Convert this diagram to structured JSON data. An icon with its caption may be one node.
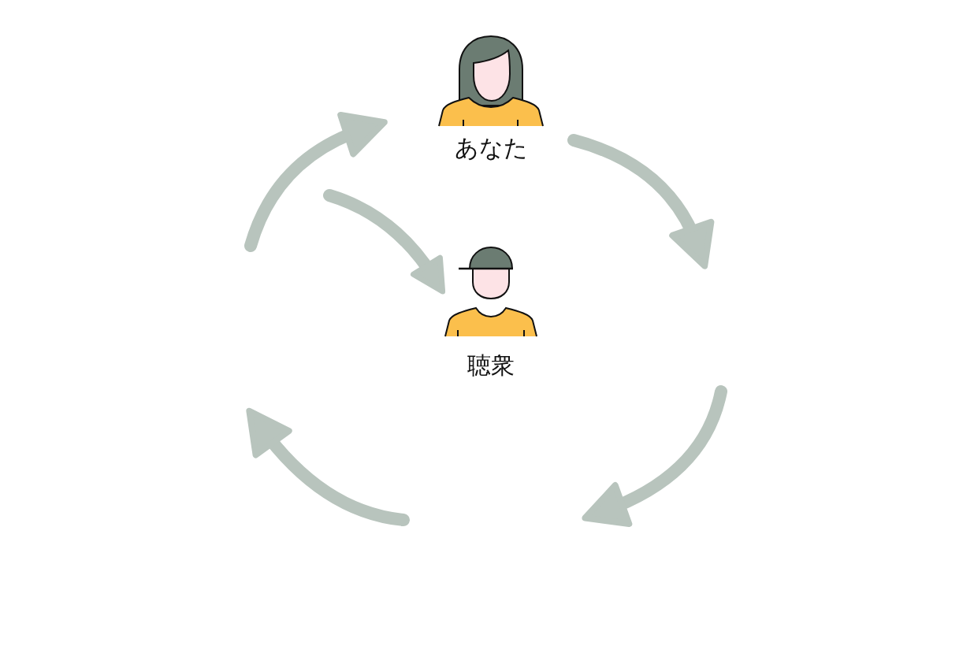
{
  "diagram": {
    "nodes": [
      {
        "text": [
          "あなた"
        ]
      },
      {
        "text": [
          "聴衆"
        ]
      }
    ],
    "edges": [
      {
        "from": 0,
        "to": null,
        "arrow": "to"
      },
      {
        "from": null,
        "to": 0,
        "arrow": "to"
      },
      {
        "from": null,
        "to": 1,
        "arrow": "to"
      }
    ]
  }
}
